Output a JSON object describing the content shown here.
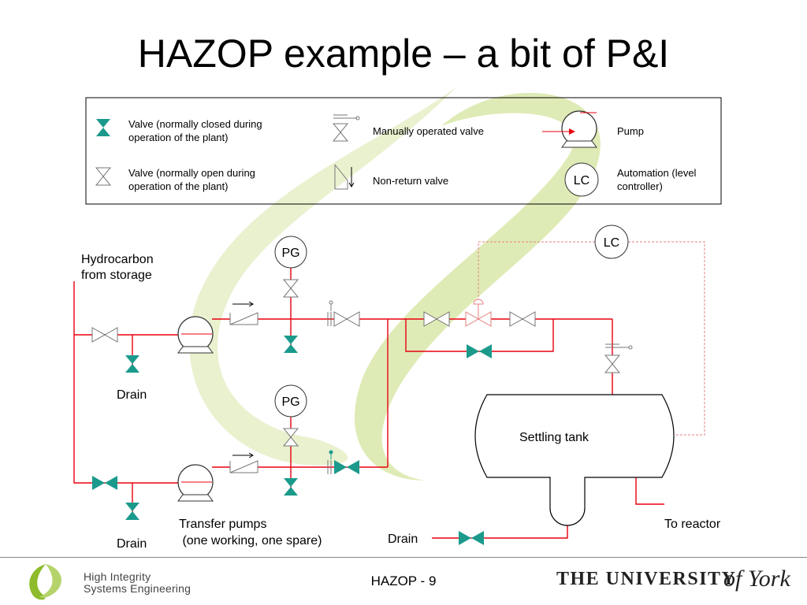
{
  "title": "HAZOP example – a bit of P&I",
  "legend": {
    "closed_valve": "Valve (normally closed during|operation of the plant)",
    "open_valve": "Valve (normally open during|operation of the plant)",
    "manual_valve": "Manually operated valve",
    "nonreturn_valve": "Non-return valve",
    "pump": "Pump",
    "automation": "Automation (level|controller)",
    "lc_symbol": "LC"
  },
  "diagram": {
    "source": "Hydrocarbon|from storage",
    "pg_upper": "PG",
    "pg_lower": "PG",
    "lc": "LC",
    "drain_upper": "Drain",
    "drain_lower": "Drain",
    "drain_tank": "Drain",
    "tank": "Settling tank",
    "to_reactor": "To reactor",
    "transfer_pumps": "Transfer pumps| (one working, one spare)"
  },
  "colors": {
    "pipe": "#e8000e",
    "valve_fill": "#1b9a8c",
    "dashed_signal": "#e58080",
    "watermark_green": "#d4e6a0",
    "watermark_yellow": "#f2f0c8"
  },
  "footer": {
    "org_line1": "High Integrity",
    "org_line2": "Systems Engineering",
    "page": "HAZOP - 9",
    "university_caps": "THE UNIVERSITY",
    "university_script": "of York"
  }
}
